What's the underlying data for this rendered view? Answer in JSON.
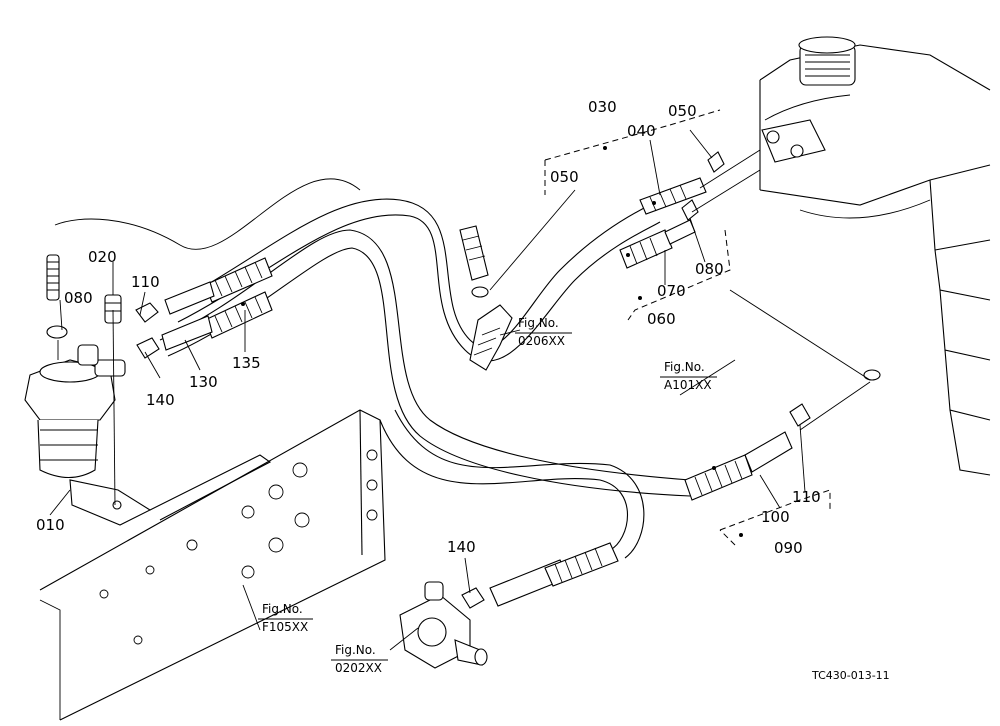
{
  "callouts": {
    "p010": "010",
    "p020": "020",
    "p030": "030",
    "p040": "040",
    "p050a": "050",
    "p050b": "050",
    "p060": "060",
    "p070": "070",
    "p080a": "080",
    "p080b": "080",
    "p090": "090",
    "p100": "100",
    "p110a": "110",
    "p110b": "110",
    "p130": "130",
    "p135": "135",
    "p140a": "140",
    "p140b": "140"
  },
  "figure_refs": {
    "f0206": {
      "label": "Fig.No.",
      "code": "0206XX"
    },
    "fA101": {
      "label": "Fig.No.",
      "code": "A101XX"
    },
    "fF105": {
      "label": "Fig.No.",
      "code": "F105XX"
    },
    "f0202": {
      "label": "Fig.No.",
      "code": "0202XX"
    }
  },
  "drawing_code": "TC430-013-11"
}
